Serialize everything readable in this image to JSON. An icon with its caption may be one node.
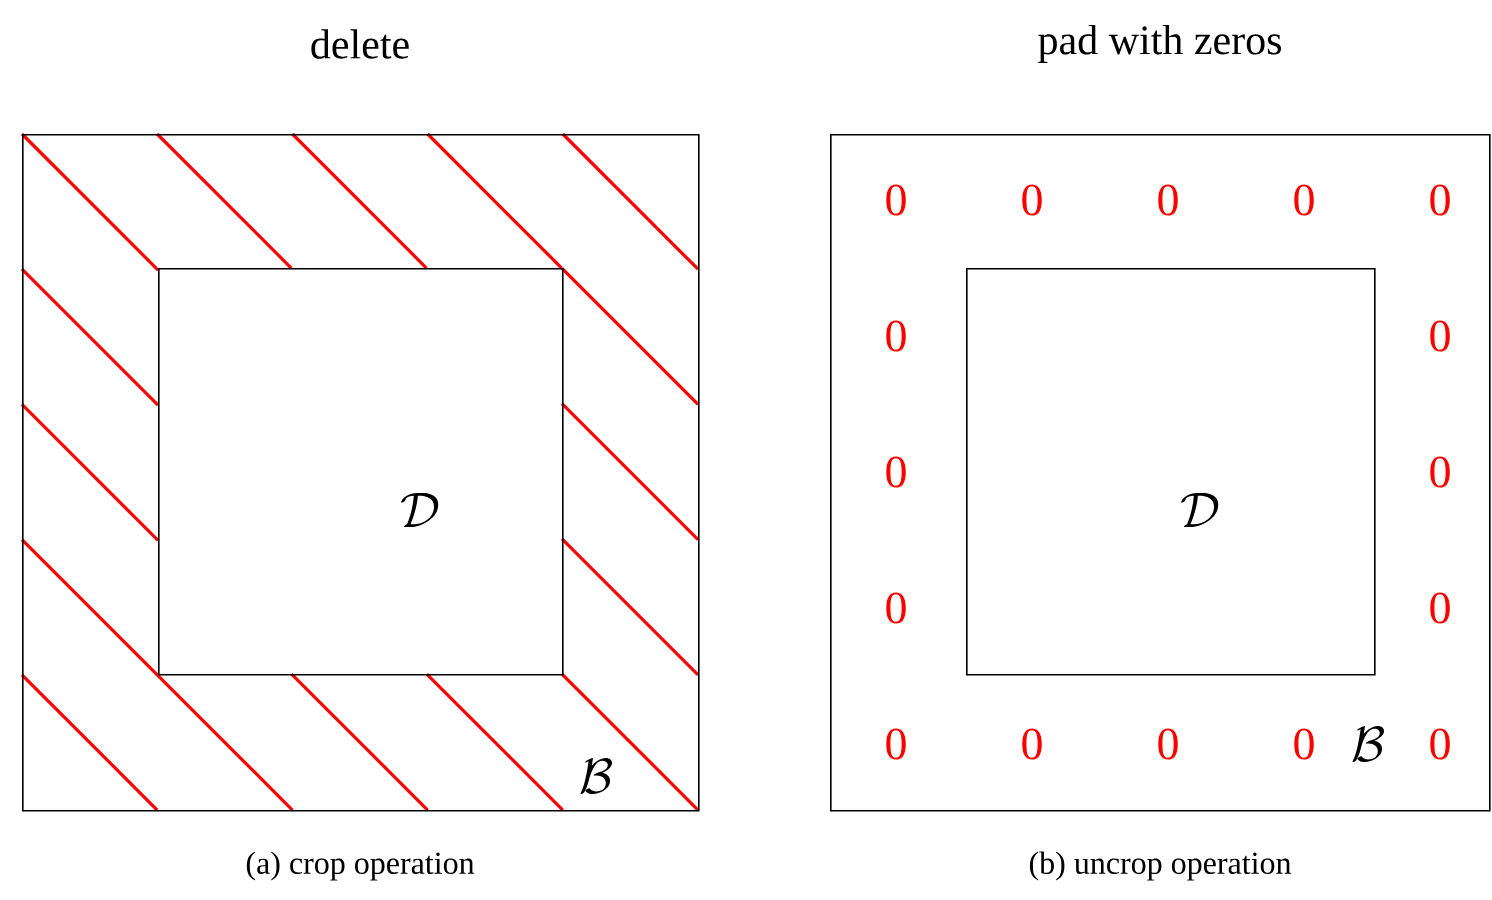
{
  "diagram": {
    "nodes": [
      {
        "text": [
          "delete",
          "\\mathcal{B}"
        ],
        "beside": [
          "(a) crop operation"
        ]
      },
      {
        "text": [
          "\\mathcal{D}"
        ],
        "in": 0
      },
      {
        "text": [
          "pad with zeros",
          "\\mathcal{B}"
        ],
        "beside": [
          "(b) uncrop operation"
        ]
      },
      {
        "text": [
          "\\mathcal{D}"
        ],
        "in": 2
      }
    ],
    "labels": [
      "0",
      "0",
      "0",
      "0",
      "0",
      "0",
      "0",
      "0",
      "0",
      "0",
      "0",
      "0",
      "0",
      "0",
      "0",
      "0"
    ]
  }
}
